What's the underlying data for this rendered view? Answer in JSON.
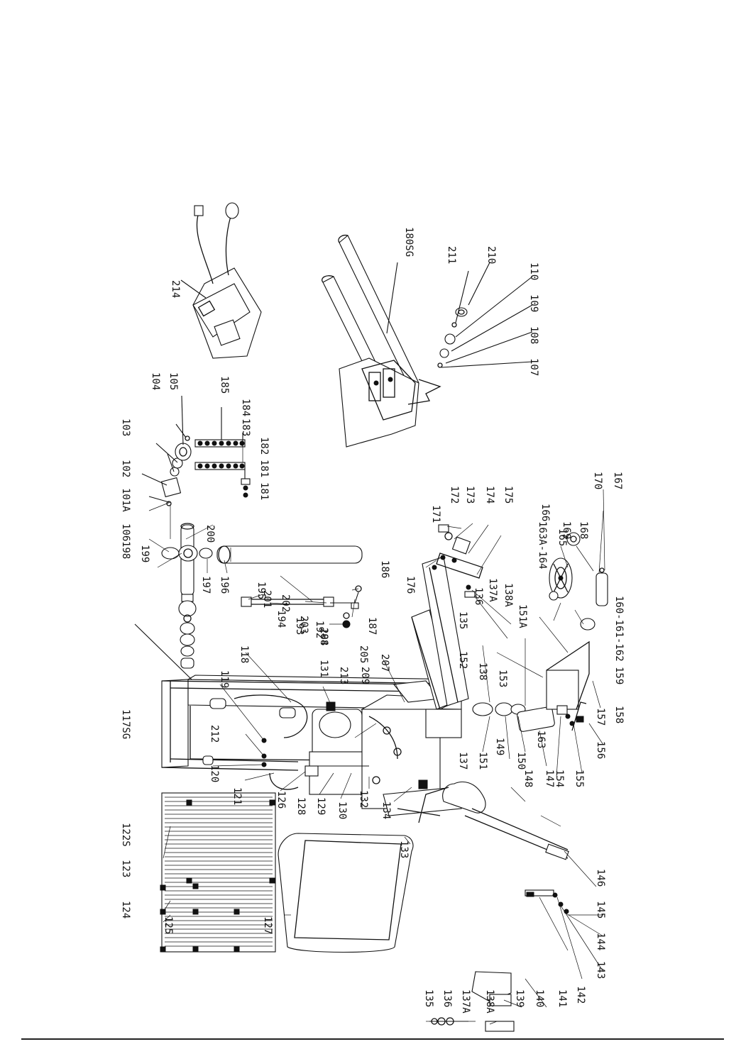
{
  "labels": [
    "214",
    "104",
    "105",
    "185",
    "184",
    "183",
    "182",
    "181",
    "181",
    "103",
    "102",
    "101A",
    "106",
    "198",
    "199",
    "200",
    "201",
    "202",
    "203",
    "204",
    "205",
    "207",
    "197",
    "196",
    "195",
    "194",
    "193",
    "192",
    "186",
    "187",
    "188",
    "119",
    "118",
    "117SG",
    "212",
    "120",
    "121",
    "126",
    "128",
    "129",
    "130",
    "131",
    "213",
    "209",
    "132",
    "134",
    "122S",
    "123",
    "124",
    "125",
    "127",
    "133",
    "135",
    "136",
    "137A",
    "138A",
    "139",
    "140",
    "141",
    "142",
    "143",
    "144",
    "145",
    "146",
    "147",
    "148",
    "149",
    "150",
    "137",
    "151",
    "152",
    "138",
    "153",
    "163",
    "154",
    "155",
    "156",
    "157",
    "158",
    "159",
    "160-161-162",
    "135",
    "136",
    "137A",
    "138A",
    "151A",
    "163A-164",
    "165",
    "166",
    "169",
    "168",
    "170",
    "167",
    "171",
    "172",
    "173",
    "174",
    "175",
    "176",
    "180SG",
    "211",
    "210",
    "110",
    "109",
    "108",
    "107"
  ]
}
